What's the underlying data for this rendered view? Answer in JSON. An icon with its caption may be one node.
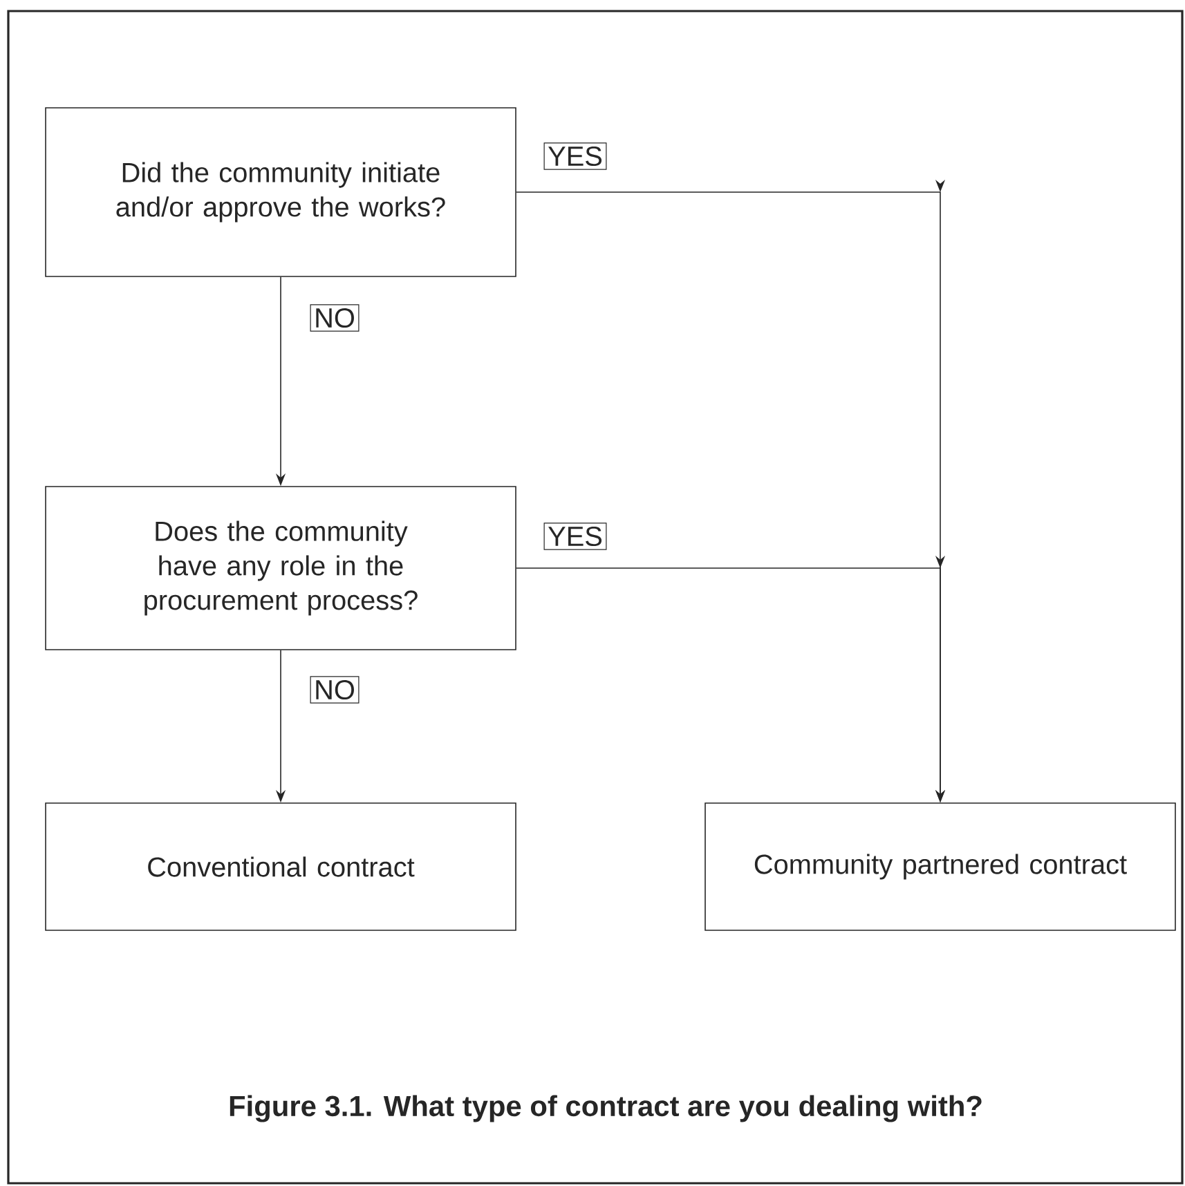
{
  "diagram": {
    "caption": "Figure 3.1. What type of contract are you dealing with?",
    "nodes": [
      {
        "text": [
          "Did the community initiate and/or approve the works?"
        ]
      },
      {
        "text": [
          "Does the community have any role in the procurement process?"
        ]
      },
      {
        "text": [
          "Conventional contract"
        ]
      },
      {
        "text": [
          "Community partnered contract"
        ]
      }
    ],
    "edges": [
      {
        "from": 0,
        "to": 3,
        "arrow": "to",
        "label": "YES"
      },
      {
        "from": 0,
        "to": 1,
        "arrow": "to",
        "label": "NO"
      },
      {
        "from": 1,
        "to": 3,
        "arrow": "to",
        "label": "YES"
      },
      {
        "from": 1,
        "to": 2,
        "arrow": "to",
        "label": "NO"
      }
    ]
  }
}
